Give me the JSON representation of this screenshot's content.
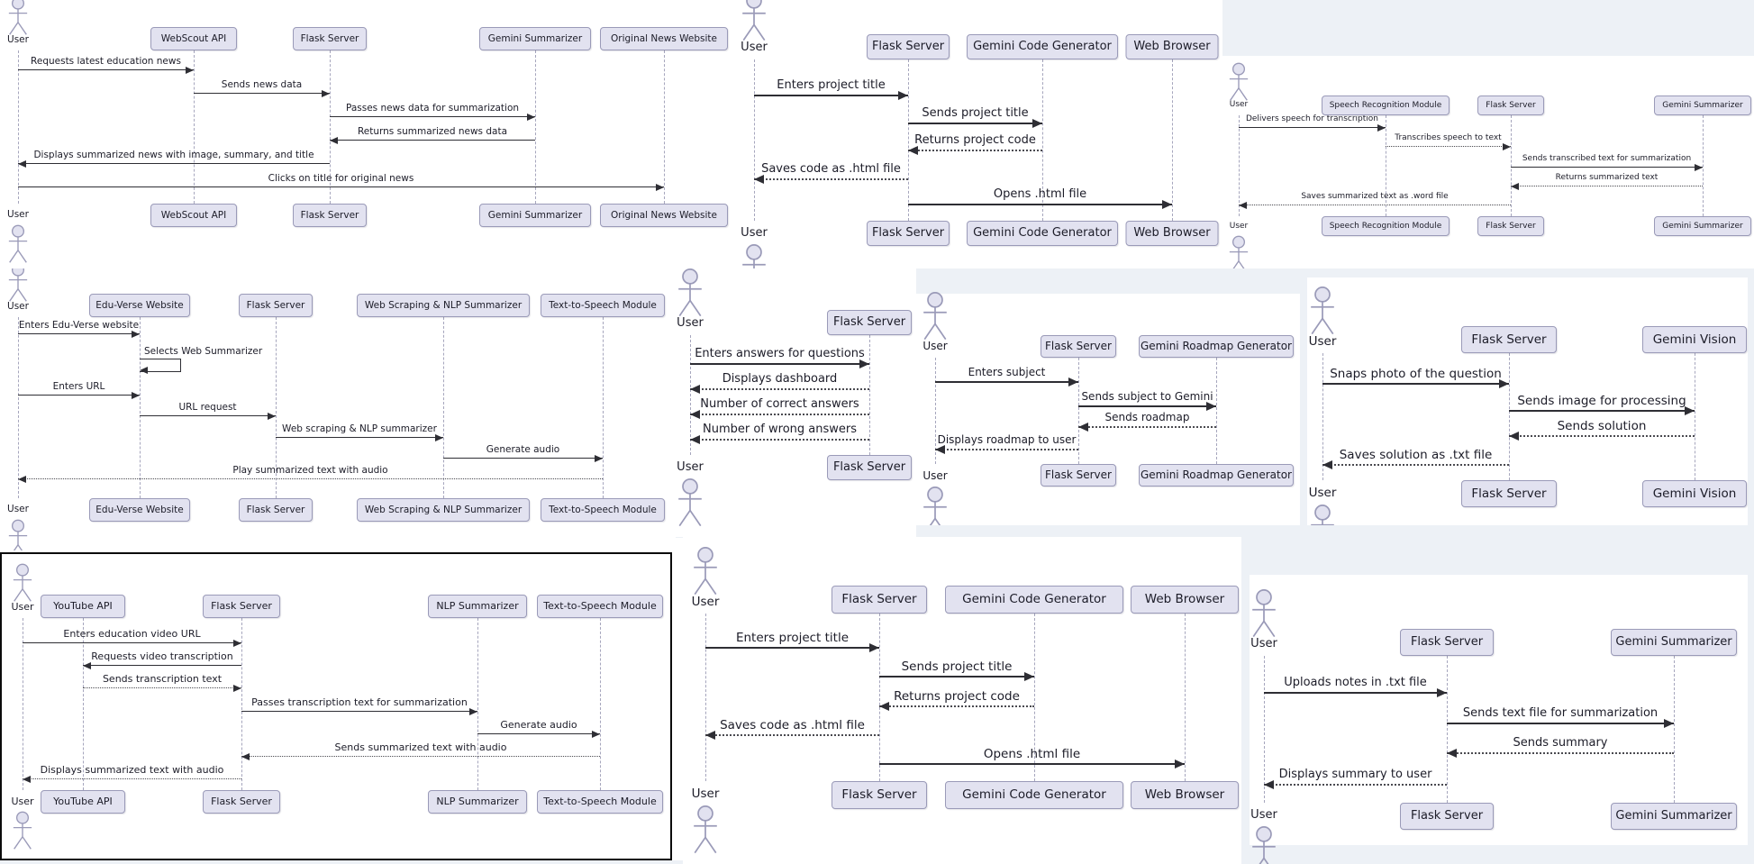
{
  "colors": {
    "participant_fill": "#E2E2F0",
    "participant_border": "#9a9ab8",
    "line": "#2e2e34",
    "dotted_line": "#4a4a50",
    "text": "#1c1c28",
    "strip": "#EDF1F6",
    "lifeline": "#a6a6bd",
    "frame": "#0b0b0b",
    "background": "#ffffff"
  },
  "diagrams": [
    {
      "name": "news-summarizer",
      "actor": "User",
      "participants": [
        "WebScout API",
        "Flask Server",
        "Gemini Summarizer",
        "Original News Website"
      ],
      "messages": [
        "Requests latest education news",
        "Sends news data",
        "Passes news data for summarization",
        "Returns summarized news data",
        "Displays summarized news with image, summary, and title",
        "Clicks on title for original news"
      ]
    },
    {
      "name": "code-generator-top",
      "actor": "User",
      "participants": [
        "Flask Server",
        "Gemini Code Generator",
        "Web Browser"
      ],
      "messages": [
        "Enters project title",
        "Sends project title",
        "Returns project code",
        "Saves code as .html file",
        "Opens .html file"
      ]
    },
    {
      "name": "speech-summarizer",
      "actor": "User",
      "participants": [
        "Speech Recognition Module",
        "Flask Server",
        "Gemini Summarizer"
      ],
      "messages": [
        "Delivers speech for transcription",
        "Transcribes speech to text",
        "Sends transcribed text for summarization",
        "Returns summarized text",
        "Saves summarized text as .word file"
      ]
    },
    {
      "name": "edu-verse-web-summarizer",
      "actor": "User",
      "participants": [
        "Edu-Verse Website",
        "Flask Server",
        "Web Scraping & NLP Summarizer",
        "Text-to-Speech Module"
      ],
      "messages": [
        "Enters Edu-Verse website",
        "Selects Web Summarizer",
        "Enters URL",
        "URL request",
        "Web scraping & NLP summarizer",
        "Generate audio",
        "Play summarized text with audio"
      ]
    },
    {
      "name": "quiz-dashboard",
      "actor": "User",
      "participants": [
        "Flask Server"
      ],
      "messages": [
        "Enters answers for questions",
        "Displays dashboard",
        "Number of correct answers",
        "Number of wrong answers"
      ]
    },
    {
      "name": "roadmap-generator",
      "actor": "User",
      "participants": [
        "Flask Server",
        "Gemini Roadmap Generator"
      ],
      "messages": [
        "Enters subject",
        "Sends subject to Gemini",
        "Sends roadmap",
        "Displays roadmap to user"
      ]
    },
    {
      "name": "vision-solver",
      "actor": "User",
      "participants": [
        "Flask Server",
        "Gemini Vision"
      ],
      "messages": [
        "Snaps photo of the question",
        "Sends image for processing",
        "Sends solution",
        "Saves solution as .txt file"
      ]
    },
    {
      "name": "youtube-summarizer",
      "actor": "User",
      "participants": [
        "YouTube API",
        "Flask Server",
        "NLP Summarizer",
        "Text-to-Speech Module"
      ],
      "messages": [
        "Enters education video URL",
        "Requests video transcription",
        "Sends transcription text",
        "Passes transcription text for summarization",
        "Generate audio",
        "Sends summarized text with audio",
        "Displays summarized text with audio"
      ]
    },
    {
      "name": "code-generator-bottom",
      "actor": "User",
      "participants": [
        "Flask Server",
        "Gemini Code Generator",
        "Web Browser"
      ],
      "messages": [
        "Enters project title",
        "Sends project title",
        "Returns project code",
        "Saves code as .html file",
        "Opens .html file"
      ]
    },
    {
      "name": "notes-summarizer",
      "actor": "User",
      "participants": [
        "Flask Server",
        "Gemini Summarizer"
      ],
      "messages": [
        "Uploads notes in .txt file",
        "Sends text file for summarization",
        "Sends summary",
        "Displays summary to user"
      ]
    }
  ]
}
